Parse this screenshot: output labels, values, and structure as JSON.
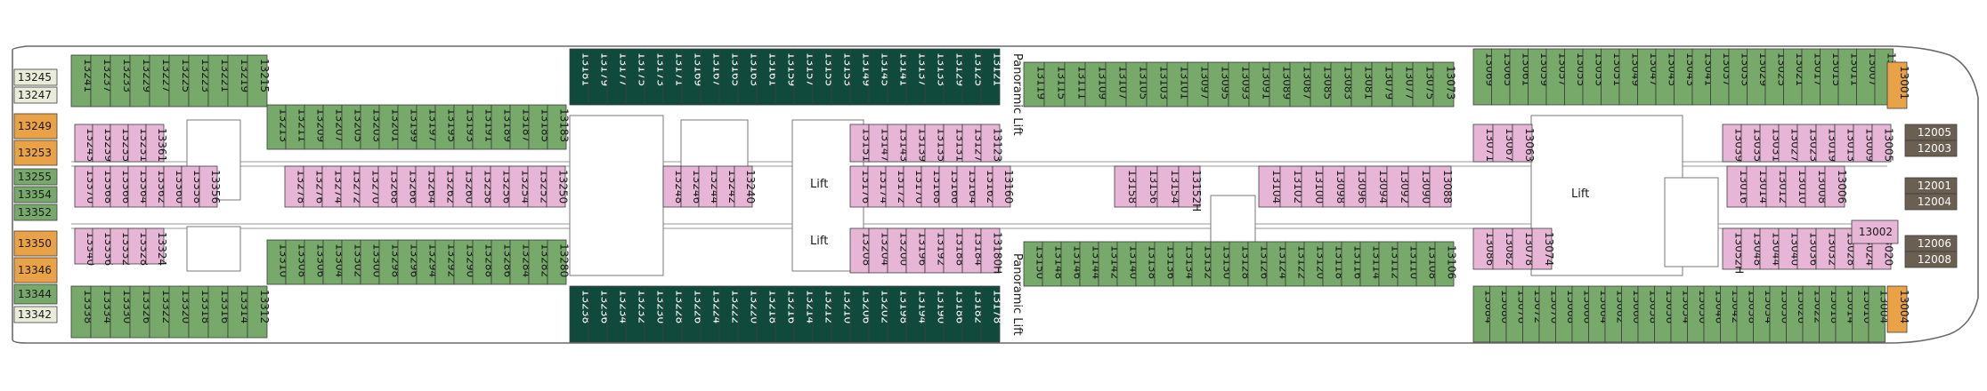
{
  "colors": {
    "balcony": "#76a96a",
    "inside": "#e7b6d6",
    "suite_dark": "#0f4a3c",
    "orange": "#eaa247",
    "aft_light": "#e8ecd8",
    "bridge": "#6b5f52",
    "hull_stroke": "#6a6a6a"
  },
  "labels": {
    "panoramic_lift": "Panoramic Lift",
    "lift": "Lift"
  },
  "aft_cabins": [
    "13245",
    "13247",
    "13249",
    "13253",
    "13255",
    "13354",
    "13352",
    "13350",
    "13346",
    "13344",
    "13342"
  ],
  "bridge_cabins": [
    "12005",
    "12003",
    "12001",
    "12004",
    "12006",
    "12008"
  ],
  "forward_cabins": [
    "13002",
    "13001",
    "13004"
  ],
  "zone_a": {
    "top": [
      "13241",
      "13237",
      "13233",
      "13229",
      "13227",
      "13225",
      "13223",
      "13221",
      "13219",
      "13215"
    ],
    "bottom": [
      "13338",
      "13334",
      "13330",
      "13326",
      "13322",
      "13320",
      "13318",
      "13316",
      "13314",
      "13312"
    ],
    "inner_top": [
      "13243",
      "13239",
      "13235",
      "13231",
      "13361"
    ],
    "inner_mid": [
      "13370",
      "13368",
      "13366",
      "13364",
      "13362",
      "13360",
      "13358",
      "13356"
    ],
    "inner_bottom": [
      "13340",
      "13336",
      "13332",
      "13328",
      "13324"
    ]
  },
  "zone_b": {
    "top_outer": [
      "13213",
      "13211",
      "13209",
      "13207",
      "13205",
      "13203",
      "13201",
      "13199",
      "13197",
      "13195",
      "13193",
      "13191",
      "13189",
      "13187",
      "13185",
      "13183"
    ],
    "top_inner": [
      "13278",
      "13276",
      "13274",
      "13272",
      "13270",
      "13268",
      "13266",
      "13264",
      "13262",
      "13260",
      "13258",
      "13256",
      "13254",
      "13252",
      "13250"
    ],
    "bottom": [
      "13310",
      "13308",
      "13306",
      "13304",
      "13302",
      "13300",
      "13298",
      "13296",
      "13294",
      "13292",
      "13290",
      "13288",
      "13286",
      "13284",
      "13282",
      "13280"
    ]
  },
  "zone_c": {
    "top": [
      "13181",
      "13179",
      "13177",
      "13175",
      "13173",
      "13171",
      "13169",
      "13167",
      "13165",
      "13163",
      "13161",
      "13159",
      "13157",
      "13155",
      "13153",
      "13149",
      "13145",
      "13141",
      "13137",
      "13133",
      "13129",
      "13125",
      "13121"
    ],
    "bottom": [
      "13238",
      "13236",
      "13234",
      "13232",
      "13230",
      "13228",
      "13226",
      "13224",
      "13222",
      "13220",
      "13218",
      "13216",
      "13214",
      "13212",
      "13210",
      "13206",
      "13202",
      "13198",
      "13194",
      "13190",
      "13186",
      "13182",
      "13178"
    ],
    "inner_top": [
      "13151",
      "13147",
      "13143",
      "13139",
      "13135",
      "13131",
      "13127",
      "13123"
    ],
    "inner_mid": [
      "13248",
      "13246",
      "13244",
      "13242",
      "13240",
      "13176",
      "13174",
      "13172",
      "13170",
      "13168",
      "13166",
      "13164",
      "13162",
      "13160"
    ],
    "inner_bottom": [
      "13208",
      "13204",
      "13200",
      "13196",
      "13192",
      "13188",
      "13184",
      "13180H"
    ]
  },
  "zone_d": {
    "top": [
      "13119",
      "13115",
      "13111",
      "13109",
      "13107",
      "13105",
      "13103",
      "13101",
      "13097",
      "13095",
      "13093",
      "13091",
      "13089",
      "13087",
      "13085",
      "13083",
      "13081",
      "13079",
      "13077",
      "13075",
      "13073"
    ],
    "bottom": [
      "13150",
      "13148",
      "13146",
      "13144",
      "13142",
      "13140",
      "13138",
      "13136",
      "13134",
      "13132",
      "13130",
      "13128",
      "13126",
      "13124",
      "13122",
      "13120",
      "13118",
      "13116",
      "13114",
      "13112",
      "13110",
      "13108",
      "13106"
    ],
    "inner_mid_a": [
      "13158",
      "13156",
      "13154",
      "13152H"
    ],
    "inner_mid_b": [
      "13104",
      "13102",
      "13100",
      "13098",
      "13096",
      "13094",
      "13092",
      "13090",
      "13088"
    ]
  },
  "zone_e": {
    "top": [
      "13069",
      "13065",
      "13061",
      "13059",
      "13057",
      "13055",
      "13053",
      "13051",
      "13049",
      "13047",
      "13045",
      "13043",
      "13041",
      "13037",
      "13033",
      "13029",
      "13025",
      "13021",
      "13017",
      "13015",
      "13011",
      "13007",
      "13003"
    ],
    "bottom": [
      "13084",
      "13080",
      "13076",
      "13072",
      "13070",
      "13068",
      "13066",
      "13064",
      "13062",
      "13060",
      "13058",
      "13056",
      "13054",
      "13050",
      "13046",
      "13042",
      "13038",
      "13034",
      "13030",
      "13026",
      "13022",
      "13018",
      "13014",
      "13010",
      "13004"
    ],
    "inner_top_a": [
      "13071",
      "13067",
      "13063"
    ],
    "inner_top_b": [
      "13039",
      "13035",
      "13031",
      "13027",
      "13023",
      "13019",
      "13013",
      "13009",
      "13005"
    ],
    "inner_mid": [
      "13016",
      "13014",
      "13012",
      "13010",
      "13008",
      "13006"
    ],
    "inner_bottom_a": [
      "13086",
      "13082",
      "13078",
      "13074"
    ],
    "inner_bottom_b": [
      "13052H",
      "13048",
      "13044",
      "13040",
      "13036",
      "13032",
      "13028",
      "13024",
      "13020"
    ]
  }
}
